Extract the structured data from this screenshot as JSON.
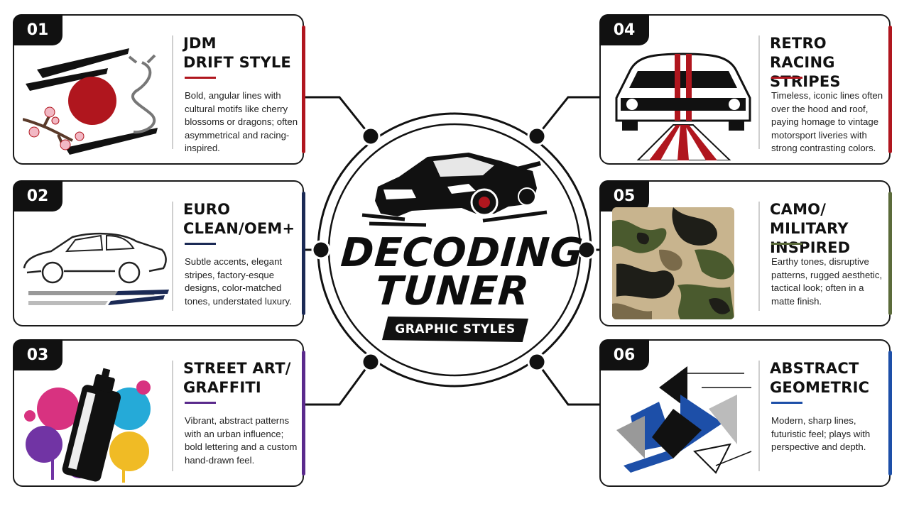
{
  "center": {
    "title_line1": "DECODING",
    "title_line2": "TUNER",
    "subtitle": "GRAPHIC STYLES"
  },
  "colors": {
    "jdm": "#b0161e",
    "euro": "#1b2a55",
    "street": "#5a2a8c",
    "retro": "#b0161e",
    "camo": "#5b6b3a",
    "abstract": "#1d4fa8"
  },
  "cards": [
    {
      "number": "01",
      "title_line1": "JDM",
      "title_line2": "DRIFT STYLE",
      "description": "Bold, angular lines with cultural motifs like cherry blossoms or dragons; often asymmetrical and racing-inspired.",
      "icon": "rising-sun-dragon-blossom-icon"
    },
    {
      "number": "02",
      "title_line1": "EURO",
      "title_line2": "CLEAN/OEM+",
      "description": "Subtle accents, elegant stripes, factory-esque designs, color-matched tones, understated luxury.",
      "icon": "sedan-outline-icon"
    },
    {
      "number": "03",
      "title_line1": "STREET ART/",
      "title_line2": "GRAFFITI",
      "description": "Vibrant, abstract patterns with an urban influence; bold lettering and a custom hand-drawn feel.",
      "icon": "spray-can-icon"
    },
    {
      "number": "04",
      "title_line1": "RETRO",
      "title_line2": "RACING STRIPES",
      "description": "Timeless, iconic lines often over the hood and roof, paying homage to vintage motorsport liveries with strong contrasting colors.",
      "icon": "muscle-car-stripes-icon"
    },
    {
      "number": "05",
      "title_line1": "CAMO/",
      "title_line2": "MILITARY INSPIRED",
      "description": "Earthy tones, disruptive patterns, rugged aesthetic, tactical look; often in a matte finish.",
      "icon": "camo-pattern-icon"
    },
    {
      "number": "06",
      "title_line1": "ABSTRACT",
      "title_line2": "GEOMETRIC",
      "description": "Modern, sharp lines, futuristic feel; plays with perspective and depth.",
      "icon": "geometric-shapes-icon"
    }
  ]
}
